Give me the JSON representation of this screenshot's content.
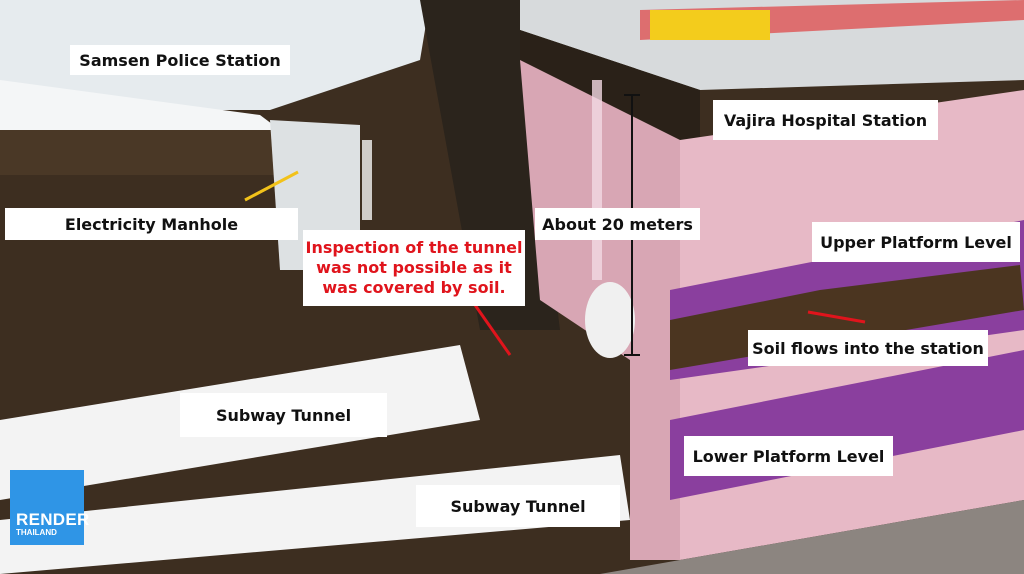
{
  "labels": {
    "samsen": "Samsen Police Station",
    "manhole": "Electricity Manhole",
    "inspection": [
      "Inspection of the tunnel",
      "was not possible as it",
      "was covered by soil."
    ],
    "depth": "About 20 meters",
    "vajira": "Vajira Hospital Station",
    "upper": "Upper Platform Level",
    "soil": "Soil flows into the station",
    "tunnel_upper": "Subway Tunnel",
    "lower": "Lower Platform Level",
    "tunnel_lower": "Subway Tunnel"
  },
  "logo": {
    "line1": "RENDER",
    "line2": "THAILAND"
  },
  "colors": {
    "soil": "#3d2e20",
    "station_wall": "#e7b9c6",
    "platform": "#8a3f9e",
    "warning": "#e0141c",
    "arrow_yellow": "#f2c21a",
    "logo_blue": "#2f95e6"
  }
}
